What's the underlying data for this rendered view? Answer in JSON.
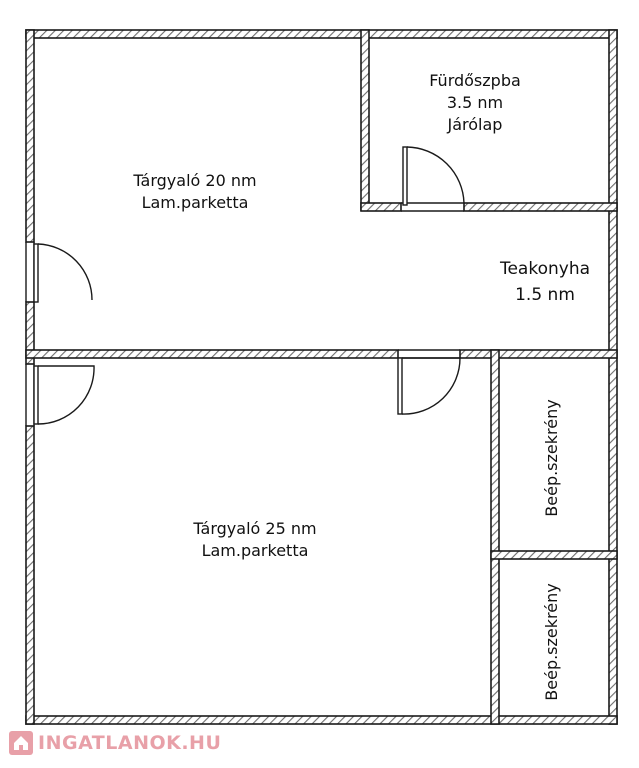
{
  "rooms": {
    "meeting_room_20": {
      "name": "Tárgyaló 20 nm",
      "floor": "Lam.parketta"
    },
    "bathroom": {
      "name": "Fürdőszpba",
      "area": "3.5 nm",
      "floor": "Járólap"
    },
    "kitchenette": {
      "name": "Teakonyha",
      "area": "1.5 nm"
    },
    "meeting_room_25": {
      "name": "Tárgyaló 25 nm",
      "floor": "Lam.parketta"
    },
    "wardrobe_upper": {
      "name": "Beép.szekrény"
    },
    "wardrobe_lower": {
      "name": "Beép.szekrény"
    }
  },
  "watermark": {
    "text": "INGATLANOK.HU",
    "color": "#e8a0a8"
  },
  "colors": {
    "wall": "#1a1a1a",
    "hatch": "#7a7a7a",
    "background": "#ffffff"
  }
}
